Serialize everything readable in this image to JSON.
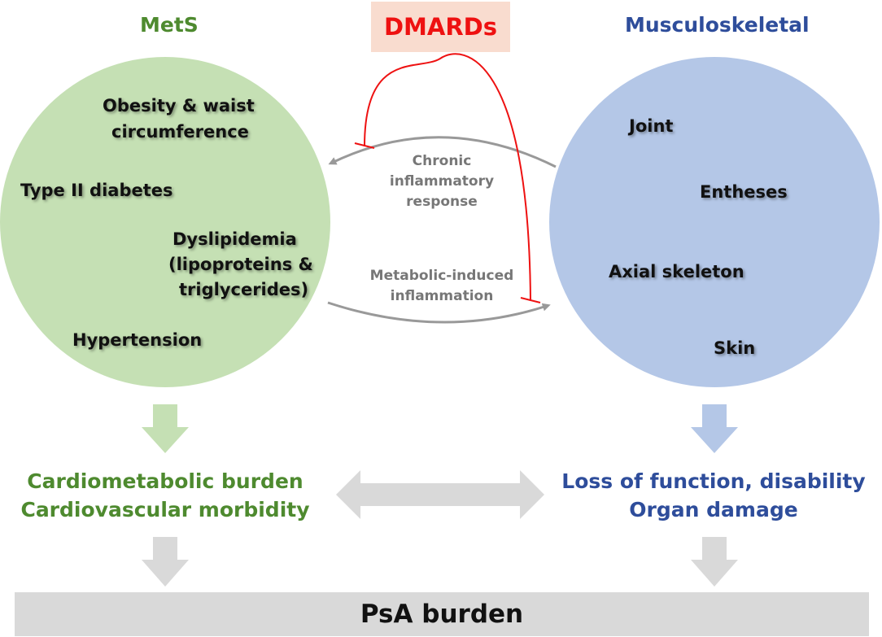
{
  "colors": {
    "mets_green": "#4e8a2f",
    "mets_circle": "#c5e0b4",
    "musculo_blue": "#2e4d9b",
    "musculo_circle": "#b4c7e7",
    "dmards_red": "#ee1111",
    "dmards_box": "#f9dccf",
    "gray_arrow": "#999999",
    "gray_block": "#d9d9d9"
  },
  "mets": {
    "heading": "MetS",
    "items": [
      "Obesity & waist",
      "circumference",
      "Type II diabetes",
      "Dyslipidemia",
      "(lipoproteins &",
      "triglycerides)",
      "Hypertension"
    ]
  },
  "dmards": {
    "label": "DMARDs"
  },
  "musculoskeletal": {
    "heading": "Musculoskeletal",
    "items": [
      "Joint",
      "Entheses",
      "Axial skeleton",
      "Skin"
    ]
  },
  "mechanisms": {
    "chronic": [
      "Chronic",
      "inflammatory",
      "response"
    ],
    "metabolic": [
      "Metabolic-induced",
      "inflammation"
    ]
  },
  "outcomes": {
    "left": [
      "Cardiometabolic burden",
      "Cardiovascular morbidity"
    ],
    "right": [
      "Loss of function, disability",
      "Organ damage"
    ]
  },
  "footer": {
    "label": "PsA burden"
  }
}
